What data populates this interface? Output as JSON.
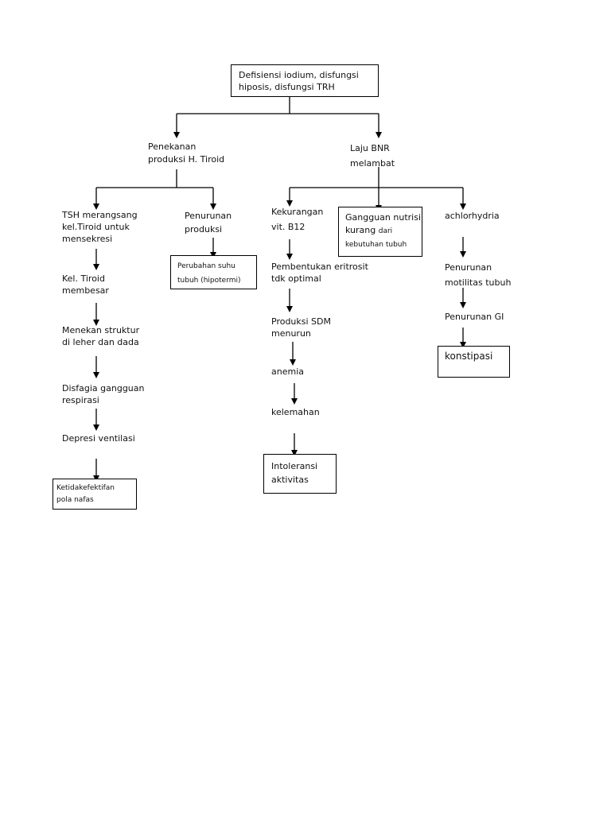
{
  "nodes": {
    "root": "Defisiensi iodium, disfungsi\nhiposis, disfungsi TRH",
    "penekanan": "Penekanan\nproduksi H. Tiroid",
    "laju_bnr": "Laju BNR\nmelambat",
    "tsh": "TSH merangsang\nkel.Tiroid untuk\nmensekresi",
    "kel_tiroid": "Kel. Tiroid\nmembesar",
    "menekan": "Menekan struktur\ndi leher dan dada",
    "disfagia": "Disfagia gangguan\nrespirasi",
    "depresi": "Depresi ventilasi",
    "ketidakefektifan": "Ketidakefektifan\npola nafas",
    "penurunan_produksi": "Penurunan\nproduksi",
    "perubahan_suhu": "Perubahan suhu\ntubuh (hipotermi)",
    "kekurangan_b12": "Kekurangan\nvit. B12",
    "pembentukan": "Pembentukan eritrosit\ntdk optimal",
    "produksi_sdm": "Produksi SDM\nmenurun",
    "anemia": "anemia",
    "kelemahan": "kelemahan",
    "intoleransi": "Intoleransi\naktivitas",
    "gangguan_nutrisi_main": "Gangguan nutrisi\nkurang",
    "gangguan_nutrisi_suffix": "dari",
    "gangguan_nutrisi_tail": "kebutuhan tubuh",
    "achlorhydria": "achlorhydria",
    "penurunan_motilitas": "Penurunan\nmotilitas tubuh",
    "penurunan_gi": "Penurunan GI",
    "konstipasi": "konstipasi"
  }
}
